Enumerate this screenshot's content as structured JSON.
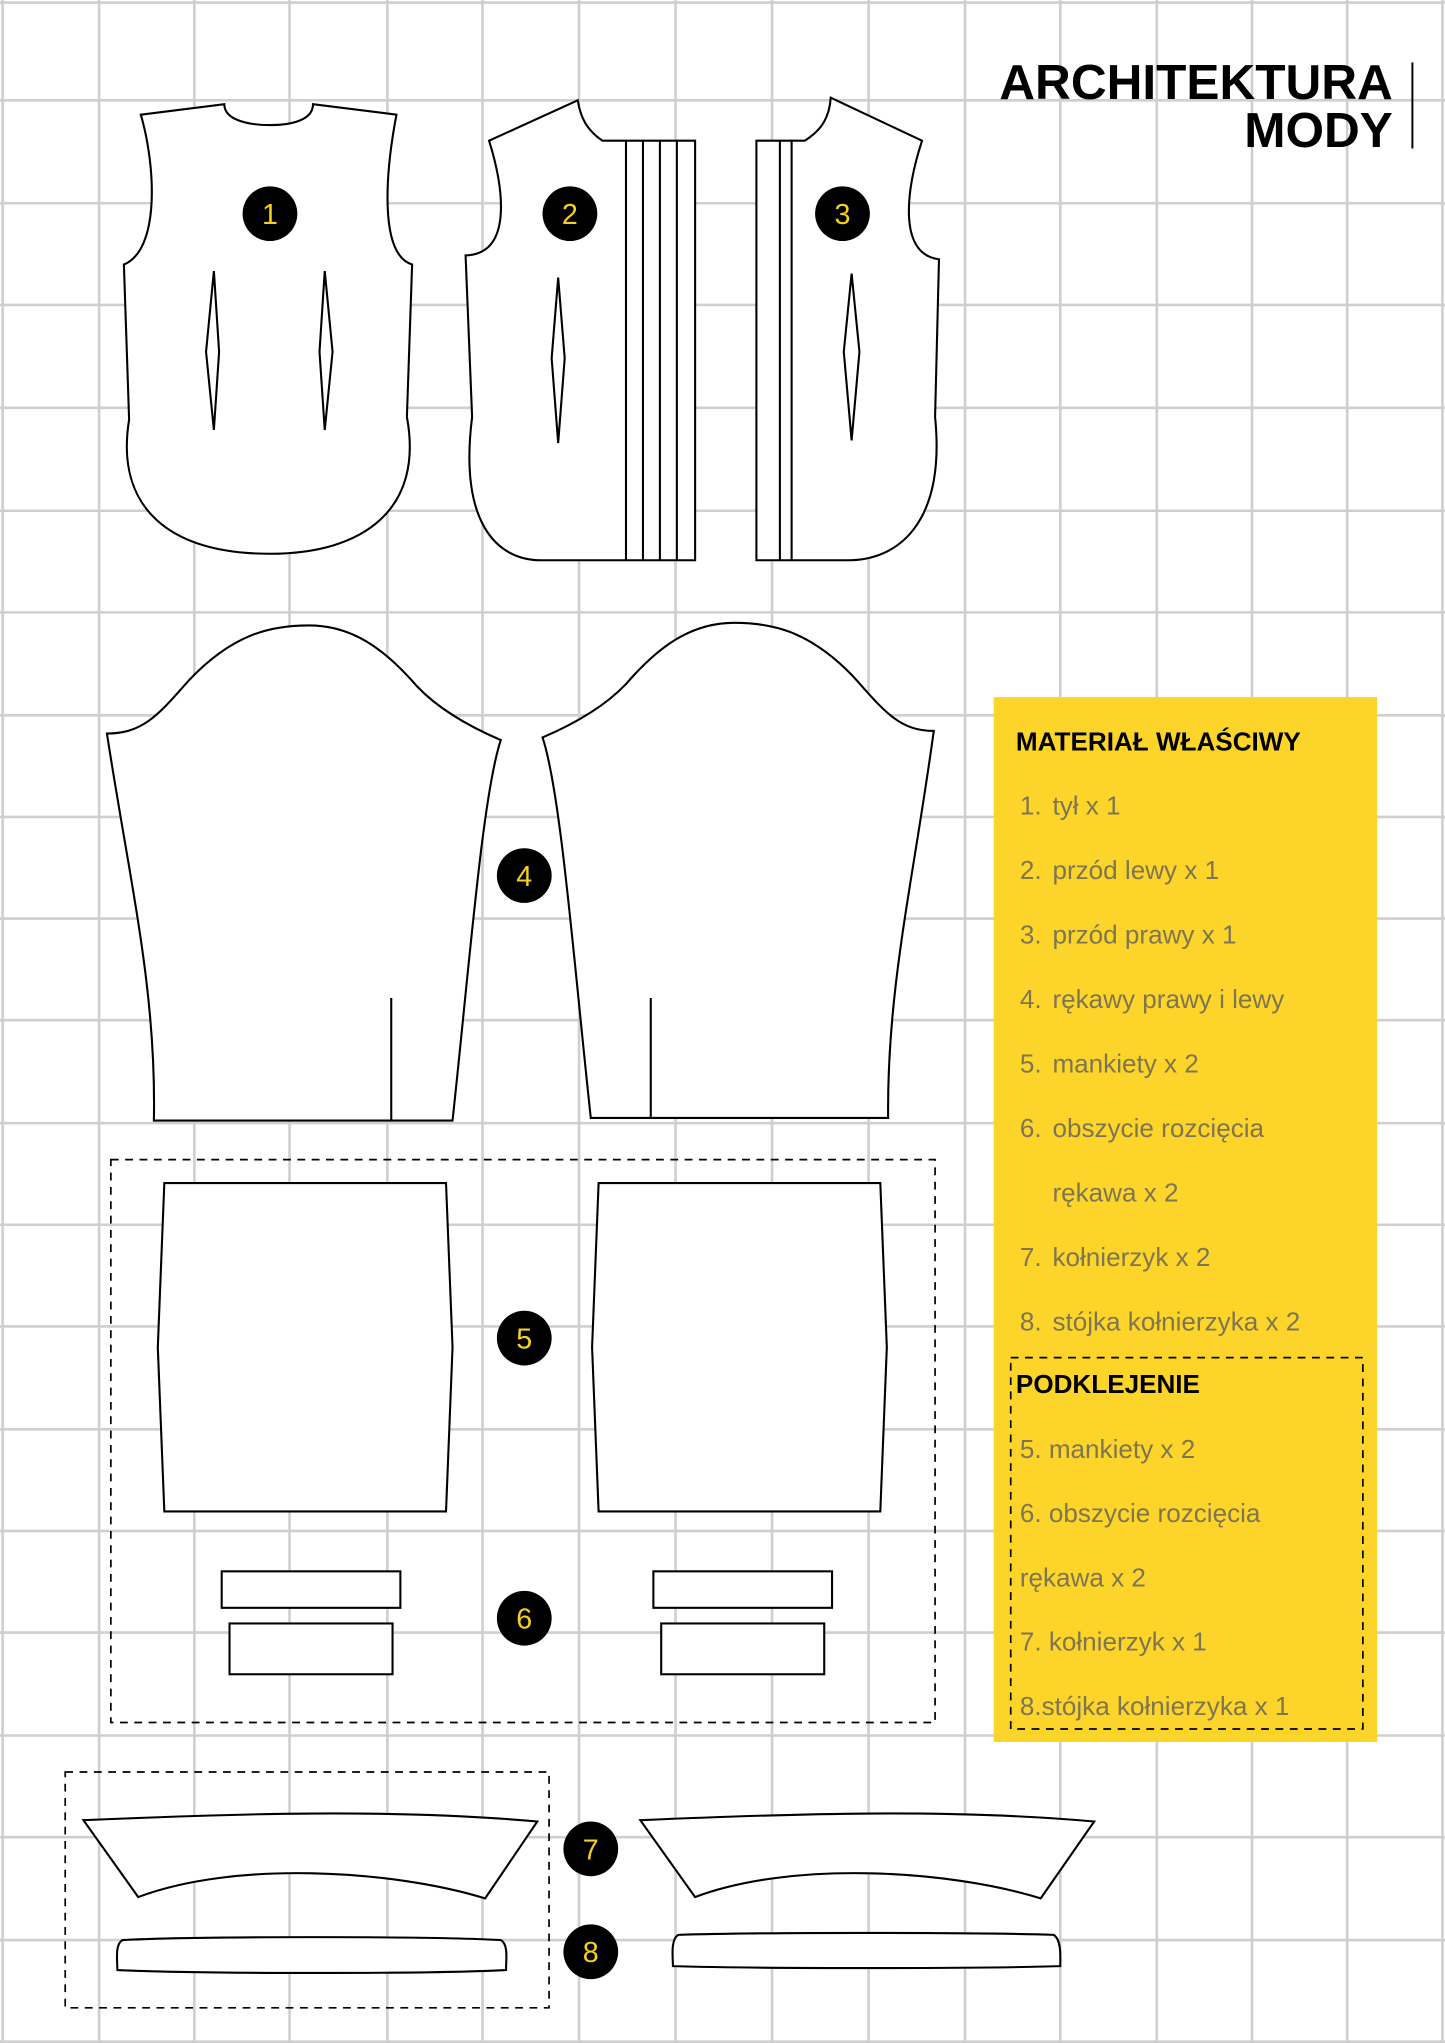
{
  "logo": {
    "line1": "ARCHITEKTURA",
    "line2": "MODY"
  },
  "piece_numbers": [
    "1",
    "2",
    "3",
    "4",
    "5",
    "6",
    "7",
    "8"
  ],
  "legend": {
    "background": "#FDD52A",
    "main_title": "MATERIAŁ WŁAŚCIWY",
    "main_items": [
      {
        "num": "1.",
        "text": "tył x 1"
      },
      {
        "num": "2.",
        "text": "przód lewy x 1"
      },
      {
        "num": "3.",
        "text": "przód prawy x 1"
      },
      {
        "num": "4.",
        "text": "rękawy prawy i lewy"
      },
      {
        "num": "5.",
        "text": "mankiety x 2"
      },
      {
        "num": "6.",
        "text": "obszycie rozcięcia"
      },
      {
        "num": "",
        "text": "rękawa x 2"
      },
      {
        "num": "7.",
        "text": "kołnierzyk x 2"
      },
      {
        "num": "8.",
        "text": "stójka kołnierzyka x 2"
      }
    ],
    "interfacing_title": "PODKLEJENIE",
    "interfacing_items": [
      "5. mankiety x 2",
      "6. obszycie rozcięcia",
      "rękawa x 2",
      "7. kołnierzyk x 1",
      "8.stójka kołnierzyka x 1"
    ]
  }
}
